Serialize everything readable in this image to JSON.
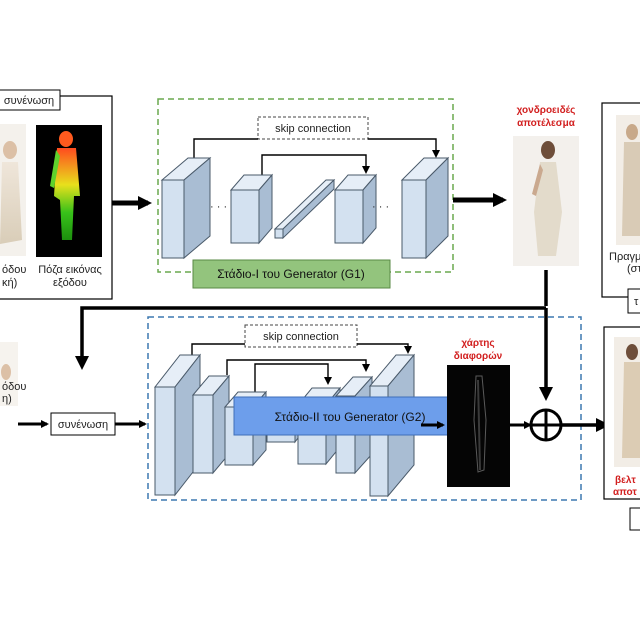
{
  "top_left": {
    "concat_label": "συνένωση",
    "pose_caption_line1": "Πόζα εικόνας",
    "pose_caption_line2": "εξόδου",
    "input_caption_line1": "όδου",
    "input_caption_line2": "κή)"
  },
  "stage1": {
    "skip_label": "skip connection",
    "stage_label": "Στάδιο-Ι του Generator (G1)",
    "dots": "· · ·",
    "border_color": "#6aa84f",
    "label_bg": "#93c47d"
  },
  "coarse": {
    "title_line1": "χονδροειδές",
    "title_line2": "αποτέλεσμα"
  },
  "top_right": {
    "caption_line1": "Πραγμα",
    "caption_line2": "(στ",
    "tag": "τ"
  },
  "stage2": {
    "skip_label": "skip connection",
    "stage_label": "Στάδιο-ΙΙ του Generator (G2)",
    "concat_label": "συνένωση",
    "border_color": "#3d78b0",
    "label_bg": "#6d9eeb"
  },
  "diffmap": {
    "title_line1": "χάρτης",
    "title_line2": "διαφορών"
  },
  "bottom_left": {
    "caption_line1": "όδου",
    "caption_line2": "η)"
  },
  "bottom_right": {
    "caption_line1": "βελτ",
    "caption_line2": "αποτ"
  },
  "colors": {
    "block_fill": "#d3e1f0",
    "block_side": "#a9bdd3",
    "block_stroke": "#4a5a6a",
    "accent_red": "#d21f1f"
  }
}
